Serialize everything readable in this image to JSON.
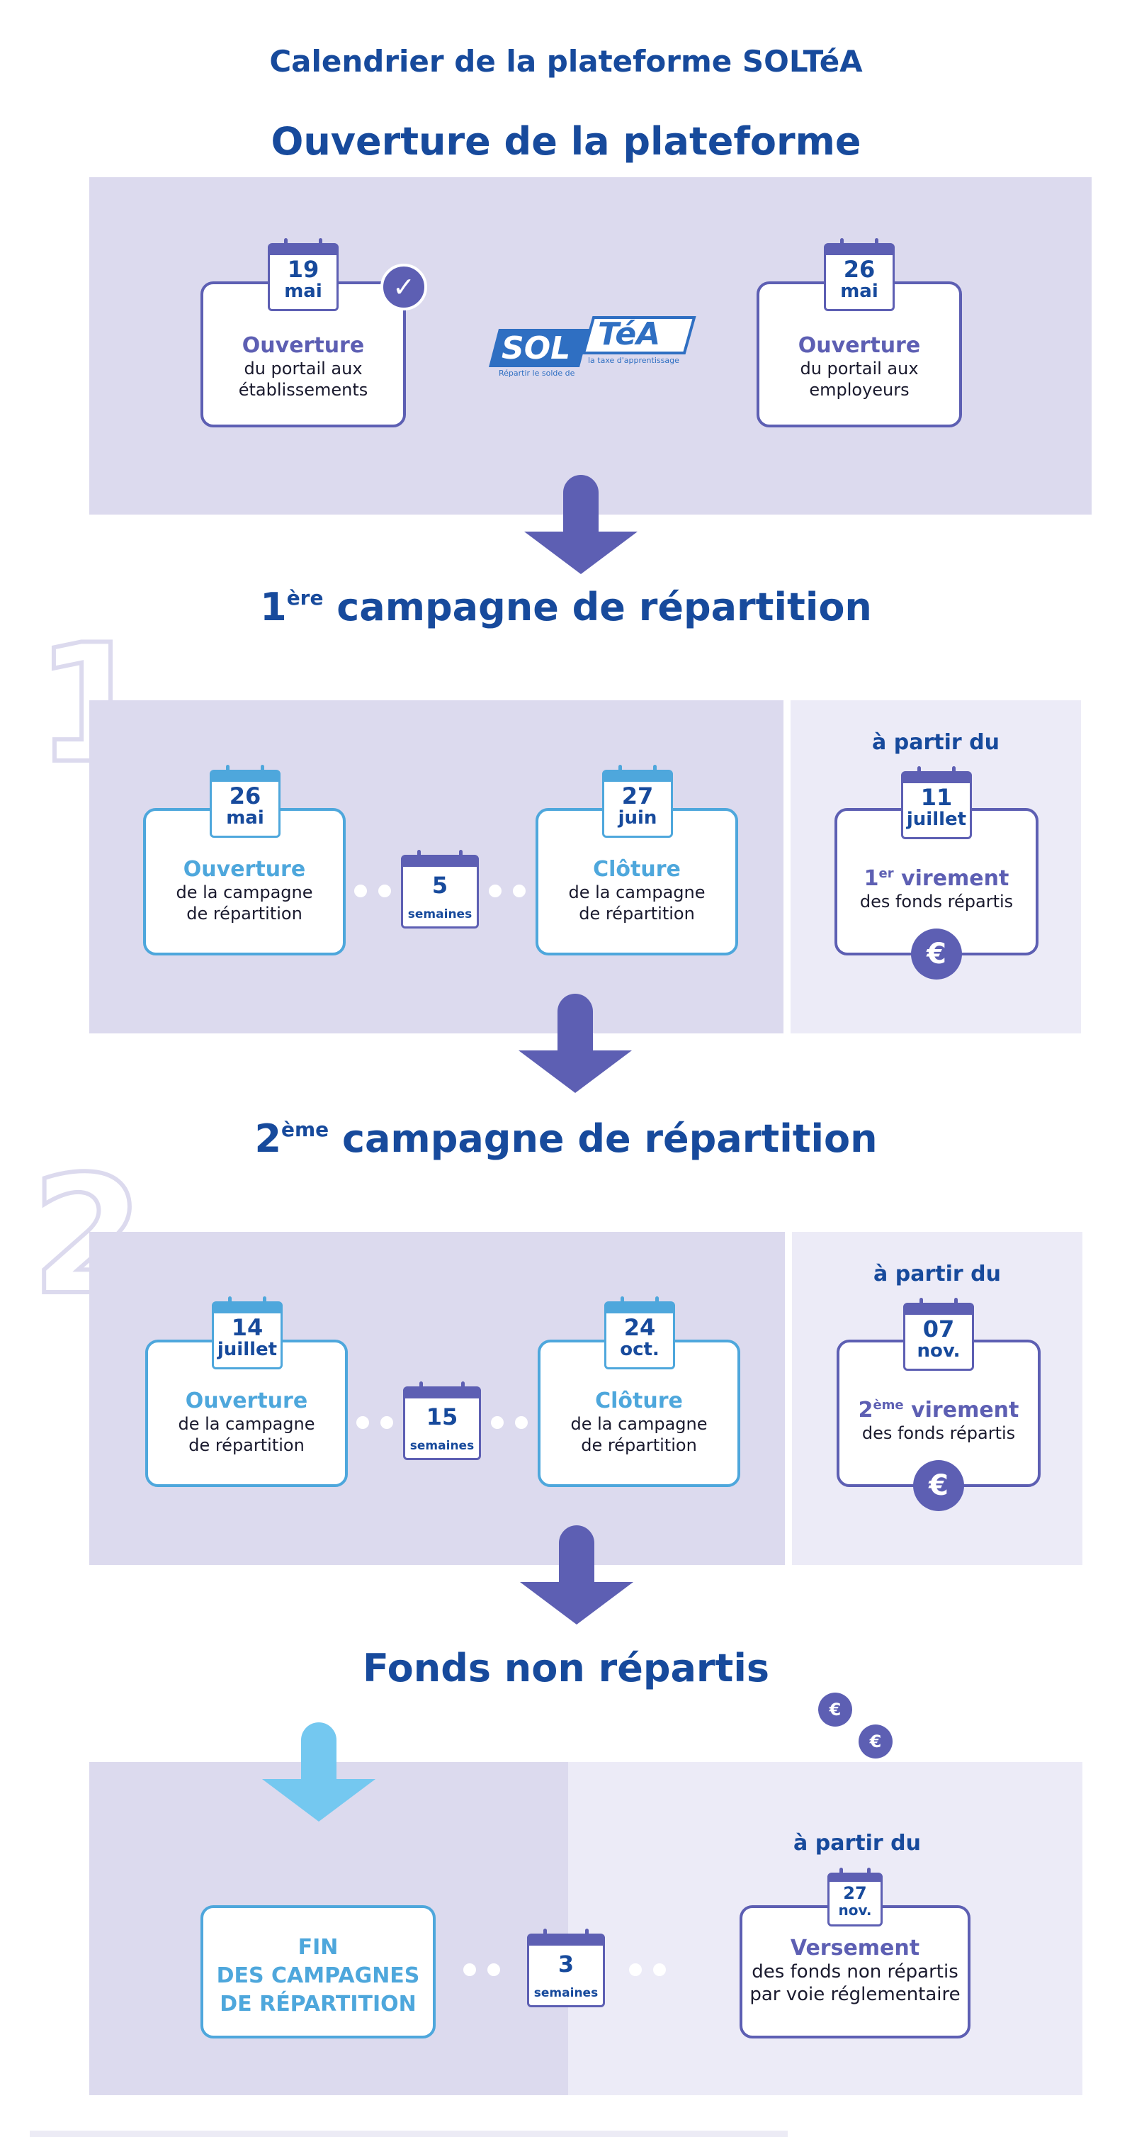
{
  "page_title": "Calendrier de la plateforme SOLTéA",
  "ouverture": {
    "title": "Ouverture de la plateforme",
    "card_left": {
      "day": "19",
      "month": "mai",
      "title": "Ouverture",
      "line1": "du portail aux",
      "line2": "établissements"
    },
    "logo": {
      "part1": "SOL",
      "part2": "TéA",
      "tagline_left": "Répartir le solde de",
      "tagline_right": "la taxe d'apprentissage"
    },
    "card_right": {
      "day": "26",
      "month": "mai",
      "title": "Ouverture",
      "line1": "du portail aux",
      "line2": "employeurs"
    }
  },
  "campagne1": {
    "num": "1",
    "sup": "ère",
    "title": "campagne de répartition",
    "open": {
      "day": "26",
      "month": "mai",
      "title": "Ouverture",
      "line1": "de la campagne",
      "line2": "de répartition"
    },
    "duration": {
      "value": "5",
      "unit": "semaines"
    },
    "close": {
      "day": "27",
      "month": "juin",
      "title": "Clôture",
      "line1": "de la campagne",
      "line2": "de répartition"
    },
    "from_label": "à partir du",
    "virement": {
      "day": "11",
      "month": "juillet",
      "num": "1",
      "sup": "er",
      "title": "virement",
      "line1": "des fonds répartis",
      "symbol": "€"
    }
  },
  "campagne2": {
    "num": "2",
    "sup": "ème",
    "title": "campagne de répartition",
    "open": {
      "day": "14",
      "month": "juillet",
      "title": "Ouverture",
      "line1": "de la campagne",
      "line2": "de répartition"
    },
    "duration": {
      "value": "15",
      "unit": "semaines"
    },
    "close": {
      "day": "24",
      "month": "oct.",
      "title": "Clôture",
      "line1": "de la campagne",
      "line2": "de répartition"
    },
    "from_label": "à partir du",
    "virement": {
      "day": "07",
      "month": "nov.",
      "num": "2",
      "sup": "ème",
      "title": "virement",
      "line1": "des fonds répartis",
      "symbol": "€"
    }
  },
  "fonds": {
    "title": "Fonds non répartis",
    "fin": {
      "line1": "FIN",
      "line2": "DES CAMPAGNES",
      "line3": "DE RÉPARTITION"
    },
    "duration": {
      "value": "3",
      "unit": "semaines"
    },
    "from_label": "à partir du",
    "versement": {
      "day": "27",
      "month": "nov.",
      "title": "Versement",
      "line1": "des fonds non répartis",
      "line2": "par voie réglementaire"
    },
    "coin_symbol": "€"
  },
  "colors": {
    "primary_blue": "#174a9c",
    "purple": "#5d5fb3",
    "light_blue": "#4ea7dc",
    "panel": "#dcdaee"
  }
}
